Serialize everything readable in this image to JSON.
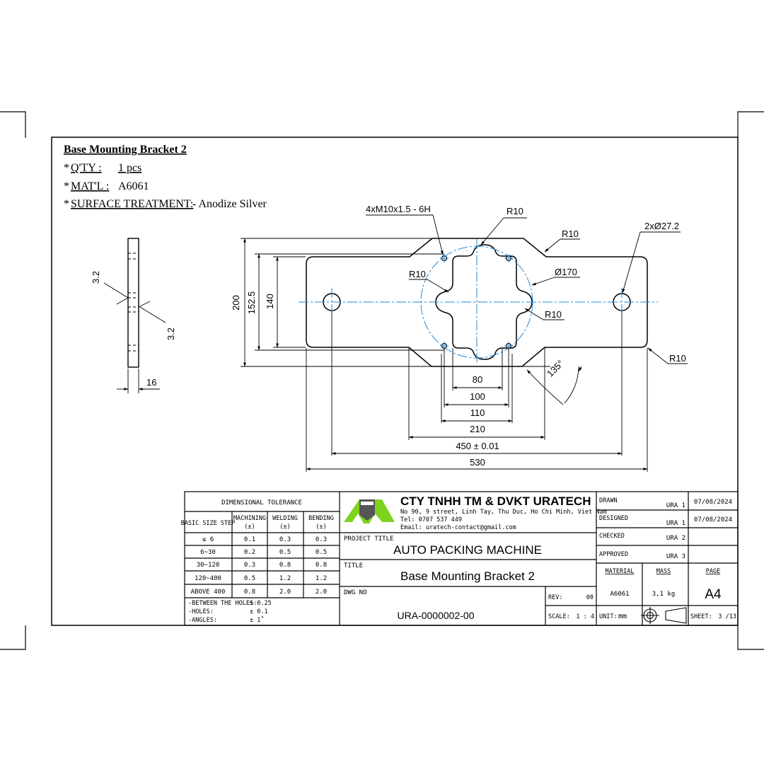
{
  "notes": {
    "title": "Base Mounting Bracket 2",
    "qty_label": "Q'TY :",
    "qty_value": "1 pcs",
    "material_label": "MAT'L :",
    "material_value": "A6061",
    "surface_label": "SURFACE TREATMENT:",
    "surface_value": "- Anodize Silver",
    "bullet": "*"
  },
  "dimensions": {
    "side_thickness_top": "3.2",
    "side_thickness_bottom": "3.2",
    "side_width": "16",
    "thread_holes": "4xM10x1.5 - 6H",
    "r10_top": "R10",
    "r10_neck": "R10",
    "r10_left": "R10",
    "diameter_pcd": "Ø170",
    "holes_big": "2xØ27.2",
    "r10_right": "R10",
    "r10_corner": "R10",
    "height_200": "200",
    "height_1525": "152.5",
    "height_140": "140",
    "angle": "135°",
    "w80": "80",
    "w100": "100",
    "w110": "110",
    "w210": "210",
    "w450": "450 ± 0.01",
    "w530": "530"
  },
  "tolerance": {
    "header": "DIMENSIONAL TOLERANCE",
    "col_basic": "BASIC SIZE STEP",
    "col_machining": "MACHINING",
    "col_welding": "WELDING",
    "col_bending": "BENDING",
    "pm": "(±)",
    "rows": [
      {
        "step": "≤ 6",
        "machining": "0.1",
        "welding": "0.3",
        "bending": "0.3"
      },
      {
        "step": "6~30",
        "machining": "0.2",
        "welding": "0.5",
        "bending": "0.5"
      },
      {
        "step": "30~120",
        "machining": "0.3",
        "welding": "0.8",
        "bending": "0.8"
      },
      {
        "step": "120~400",
        "machining": "0.5",
        "welding": "1.2",
        "bending": "1.2"
      },
      {
        "step": "ABOVE 400",
        "machining": "0.8",
        "welding": "2.0",
        "bending": "2.0"
      }
    ],
    "between_holes_label": "-BETWEEN THE HOLES:",
    "between_holes_value": "± 0.25",
    "holes_label": "-HOLES:",
    "holes_value": "± 0.1",
    "angles_label": "-ANGLES:",
    "angles_value": "± 1˚"
  },
  "company": {
    "name": "CTY TNHH TM & DVKT URATECH",
    "address": "No 90, 9 street, Linh Tay, Thu Duc, Ho Chi Minh, Viet Nam",
    "tel": "Tel:  0707 537 449",
    "email": "Email: uratech-contact@gmail.com",
    "logo_color": "#7ed321"
  },
  "titleblock": {
    "project_label": "PROJECT TITLE",
    "project_value": "AUTO PACKING MACHINE",
    "title_label": "TITLE",
    "title_value": "Base Mounting Bracket 2",
    "dwg_label": "DWG NO",
    "dwg_value": "URA-0000002-00",
    "rev_label": "REV:",
    "rev_value": "00",
    "scale_label": "SCALE:",
    "scale_value": "1 : 4",
    "drawn_label": "DRAWN",
    "drawn_by": "URA 1",
    "drawn_date": "07/08/2024",
    "designed_label": "DESIGNED",
    "designed_by": "URA 1",
    "designed_date": "07/08/2024",
    "checked_label": "CHECKED",
    "checked_by": "URA 2",
    "approved_label": "APPROVED",
    "approved_by": "URA 3",
    "material_label": "MATERIAL",
    "material_value": "A6061",
    "mass_label": "MASS",
    "mass_value": "3,1 kg",
    "page_label": "PAGE",
    "page_value": "A4",
    "unit_label": "UNIT:",
    "unit_value": "mm",
    "sheet_label": "SHEET:",
    "sheet_value": "3 /13"
  },
  "colors": {
    "line": "#000000",
    "center_line": "#2a8ad6"
  }
}
